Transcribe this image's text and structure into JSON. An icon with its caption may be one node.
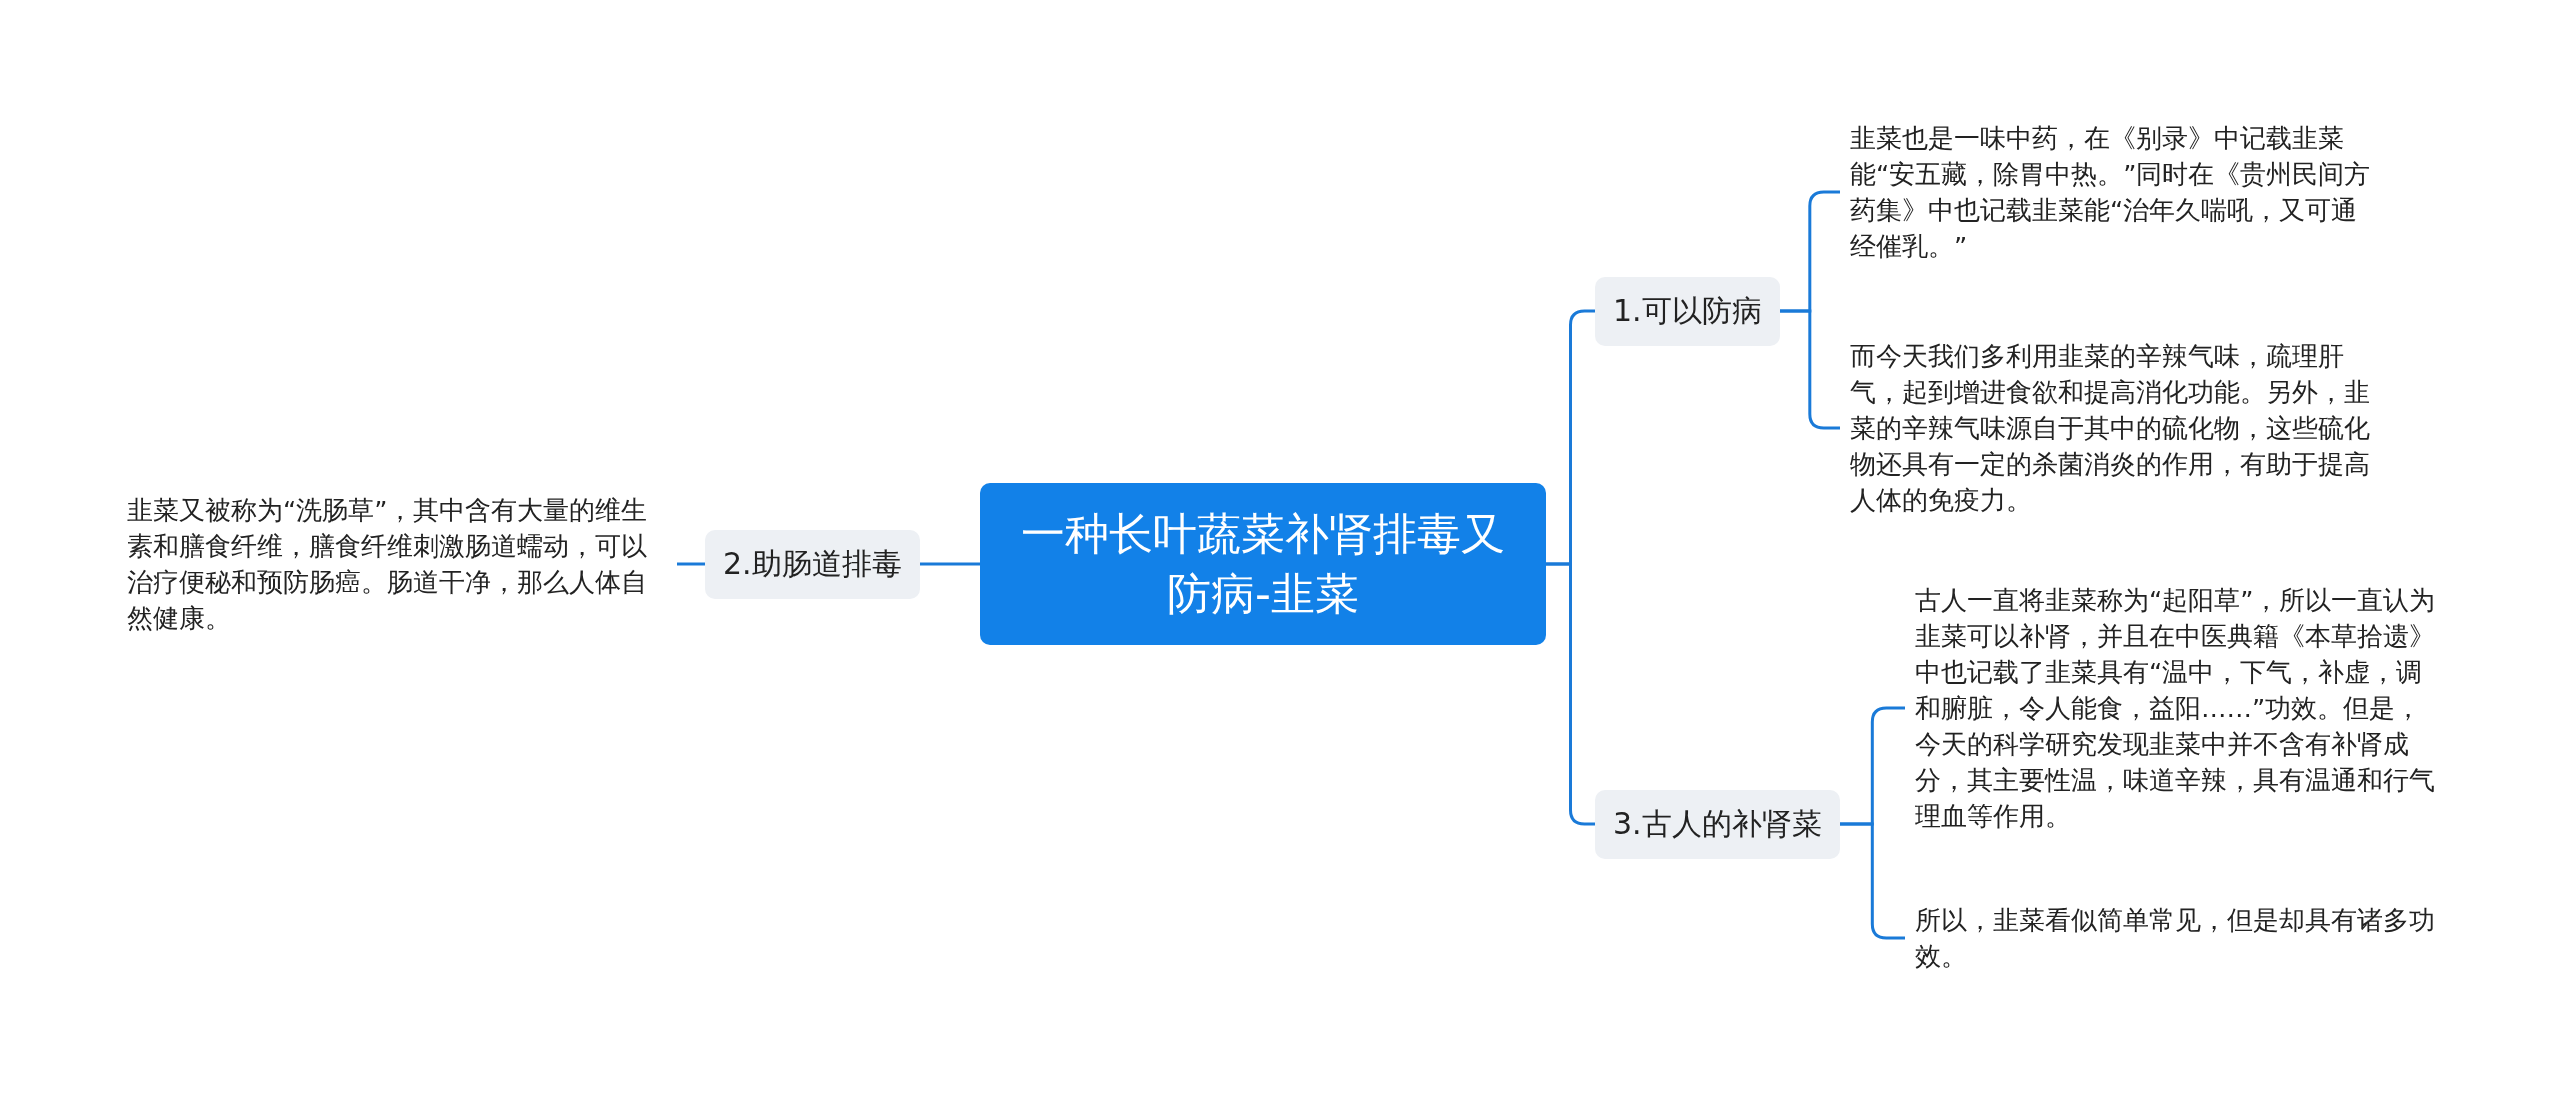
{
  "diagram": {
    "nodes": [
      {
        "text": [
          "一种长叶蔬菜补肾排毒又防病-韭菜"
        ]
      },
      {
        "text": [
          "1.可以防病"
        ]
      },
      {
        "text": [
          "韭菜也是一味中药，在《别录》中记载韭菜能“安五藏，除胃中热。”同时在《贵州民间方药集》中也记载韭菜能“治年久喘吼，又可通经催乳。”"
        ]
      },
      {
        "text": [
          "而今天我们多利用韭菜的辛辣气味，疏理肝气，起到增进食欲和提高消化功能。另外，韭菜的辛辣气味源自于其中的硫化物，这些硫化物还具有一定的杀菌消炎的作用，有助于提高人体的免疫力。"
        ]
      },
      {
        "text": [
          "2.助肠道排毒"
        ]
      },
      {
        "text": [
          "韭菜又被称为“洗肠草”，其中含有大量的维生素和膳食纤维，膳食纤维刺激肠道蠕动，可以治疗便秘和预防肠癌。肠道干净，那么人体自然健康。"
        ]
      },
      {
        "text": [
          "3.古人的补肾菜"
        ]
      },
      {
        "text": [
          "古人一直将韭菜称为“起阳草”，所以一直认为韭菜可以补肾，并且在中医典籍《本草拾遗》中也记载了韭菜具有“温中，下气，补虚，调和腑脏，令人能食，益阳……”功效。但是，今天的科学研究发现韭菜中并不含有补肾成分，其主要性温，味道辛辣，具有温通和行气理血等作用。"
        ]
      },
      {
        "text": [
          "所以，韭菜看似简单常见，但是却具有诸多功效。"
        ]
      }
    ],
    "edges": [
      {
        "from": 0,
        "to": 1,
        "arrow": "none"
      },
      {
        "from": 1,
        "to": 2,
        "arrow": "none"
      },
      {
        "from": 1,
        "to": 3,
        "arrow": "none"
      },
      {
        "from": 0,
        "to": 4,
        "arrow": "none"
      },
      {
        "from": 4,
        "to": 5,
        "arrow": "none"
      },
      {
        "from": 0,
        "to": 6,
        "arrow": "none"
      },
      {
        "from": 6,
        "to": 7,
        "arrow": "none"
      },
      {
        "from": 6,
        "to": 8,
        "arrow": "none"
      }
    ]
  }
}
